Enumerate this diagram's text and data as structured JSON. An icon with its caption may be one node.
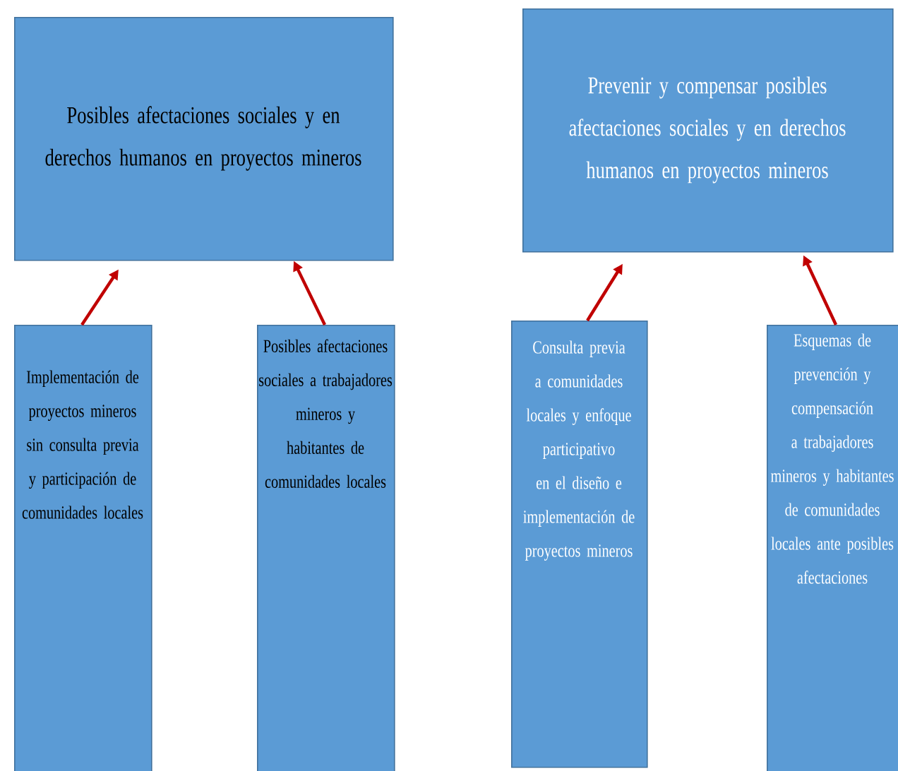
{
  "diagram": {
    "nodes": [
      {
        "text": [
          "Posibles afectaciones sociales y en derechos humanos en proyectos mineros"
        ]
      },
      {
        "text": [
          "Prevenir y compensar posibles afectaciones sociales y en derechos humanos en proyectos mineros"
        ]
      },
      {
        "text": [
          "Implementación de proyectos mineros sin consulta previa y participación de comunidades locales"
        ]
      },
      {
        "text": [
          "Posibles afectaciones sociales a trabajadores mineros y habitantes de comunidades locales"
        ]
      },
      {
        "text": [
          "Consulta previa a comunidades locales y enfoque participativo en el diseño e implementación de proyectos mineros"
        ]
      },
      {
        "text": [
          "Esquemas de prevención y compensación a trabajadores mineros y habitantes de comunidades locales ante posibles afectaciones"
        ]
      }
    ],
    "edges": [
      {
        "from": 2,
        "to": 0,
        "arrow": "to"
      },
      {
        "from": 3,
        "to": 0,
        "arrow": "to"
      },
      {
        "from": 4,
        "to": 1,
        "arrow": "to"
      },
      {
        "from": 5,
        "to": 1,
        "arrow": "to"
      }
    ]
  }
}
